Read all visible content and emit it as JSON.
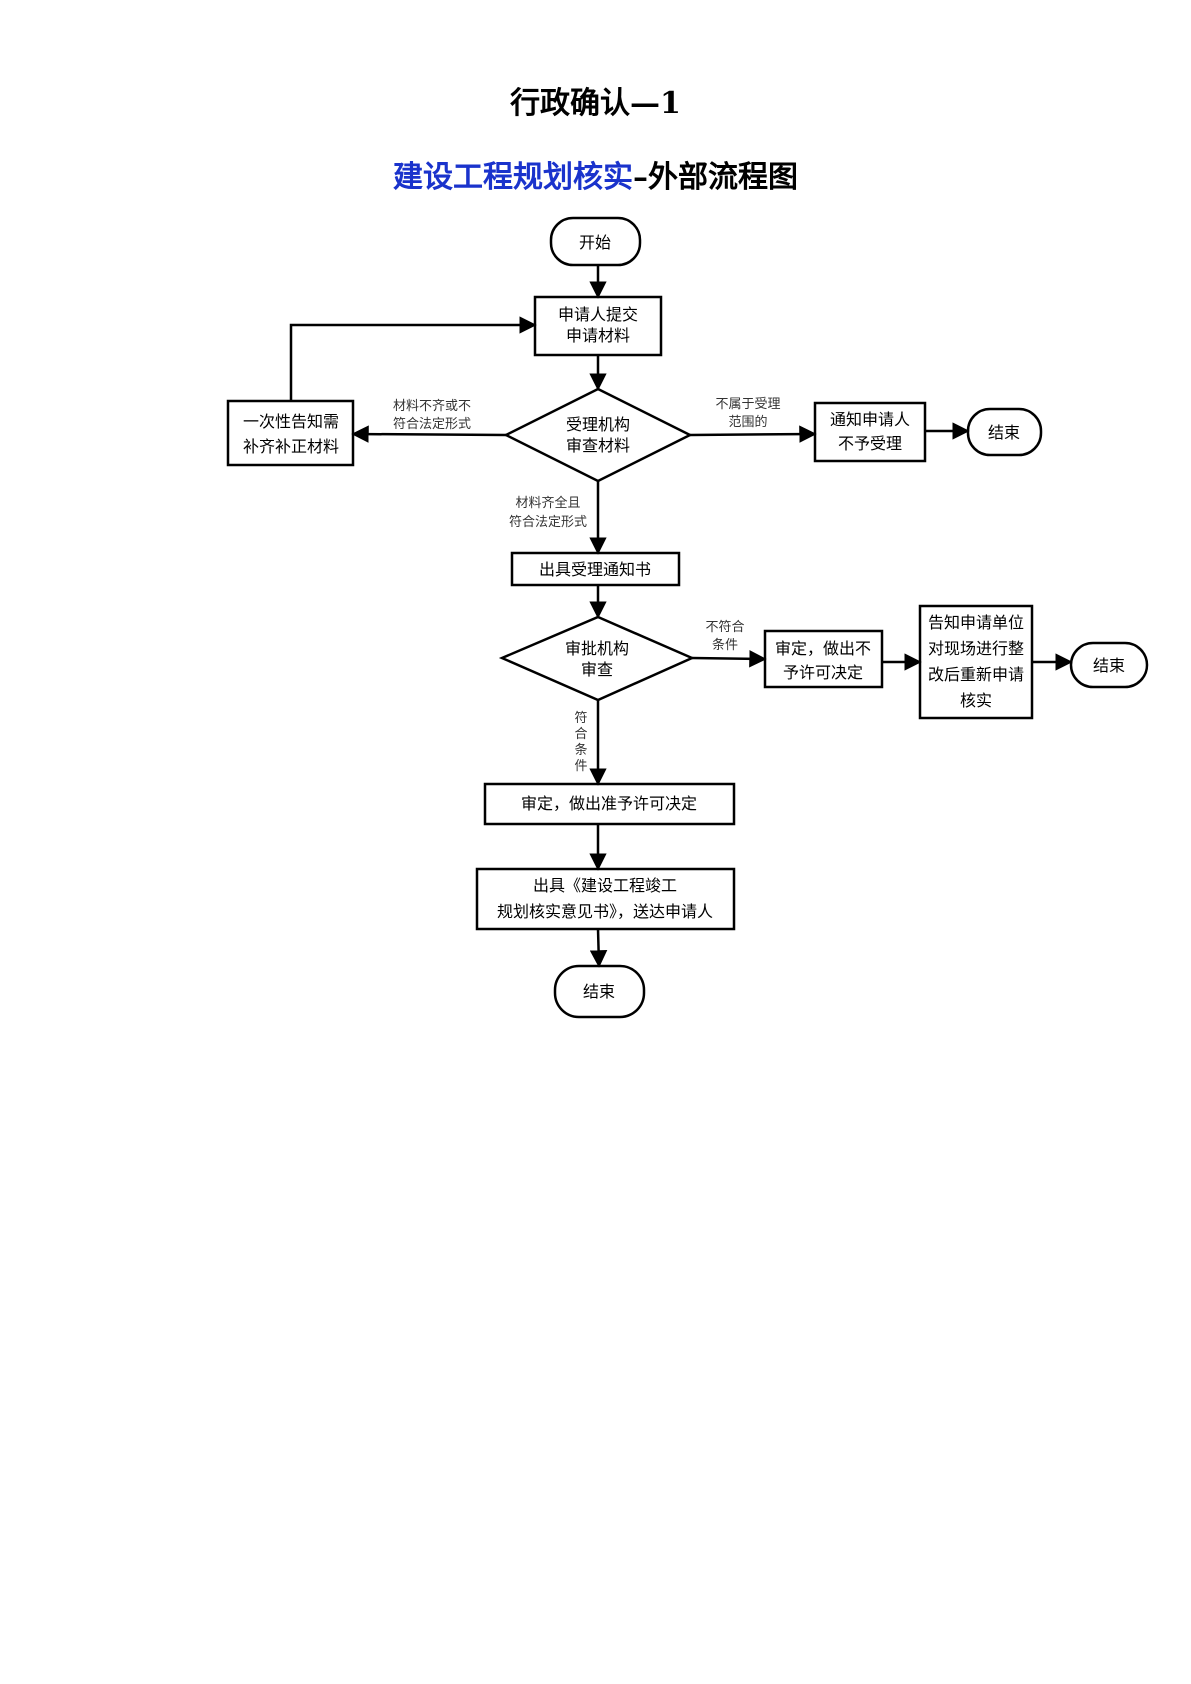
{
  "header": {
    "title": "行政确认—1",
    "subtitle_blue": "建设工程规划核实",
    "subtitle_black": "–外部流程图"
  },
  "nodes": {
    "start": [
      "开始"
    ],
    "submit": [
      "申请人提交",
      "申请材料"
    ],
    "review_materials": [
      "受理机构",
      "审查材料"
    ],
    "supplement": [
      "一次性告知需",
      "补齐补正材料"
    ],
    "notify_reject": [
      "通知申请人",
      "不予受理"
    ],
    "end_reject": [
      "结束"
    ],
    "accept_notice": [
      "出具受理通知书"
    ],
    "approval_review": [
      "审批机构",
      "审查"
    ],
    "deny_decision": [
      "审定，做出不",
      "予许可决定"
    ],
    "rectify": [
      "告知申请单位",
      "对现场进行整",
      "改后重新申请",
      "核实"
    ],
    "end_rectify": [
      "结束"
    ],
    "grant_decision": [
      "审定，做出准予许可决定"
    ],
    "issue_opinion": [
      "出具《建设工程竣工",
      "规划核实意见书》，送达申请人"
    ],
    "end_final": [
      "结束"
    ]
  },
  "edge_labels": {
    "incomplete": [
      "材料不齐或不",
      "符合法定形式"
    ],
    "out_of_scope": [
      "不属于受理",
      "范围的"
    ],
    "complete": [
      "材料齐全且",
      "符合法定形式"
    ],
    "not_qualified": [
      "不符合",
      "条件"
    ],
    "qualified": [
      "符",
      "合",
      "条",
      "件"
    ]
  },
  "colors": {
    "title": "#000000",
    "subtitle_accent": "#1a33cc",
    "stroke": "#000000",
    "edge_label": "#333333"
  }
}
